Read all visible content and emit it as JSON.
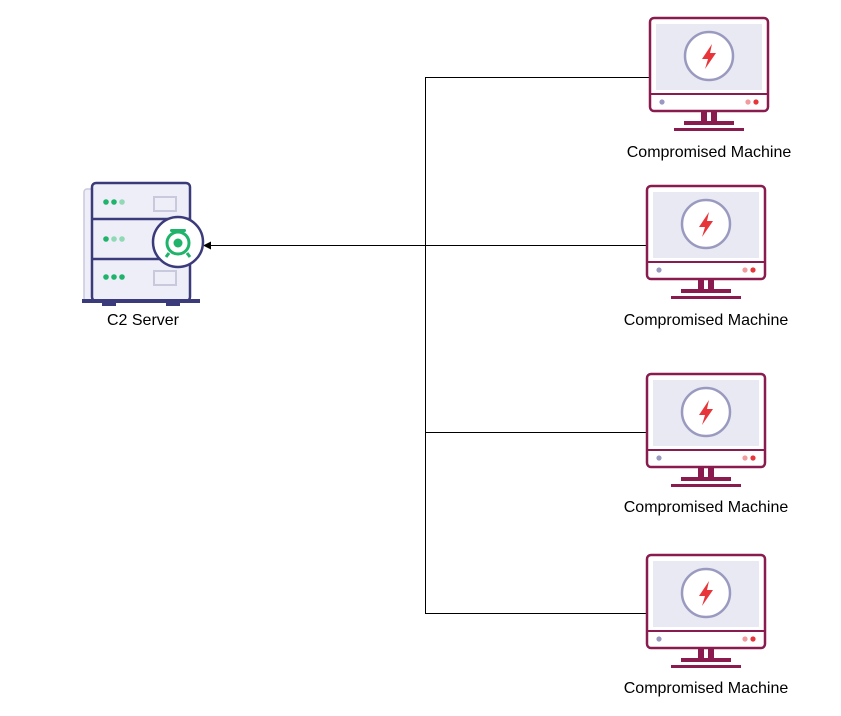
{
  "server": {
    "label": "C2 Server",
    "icon": "server-rack-icon",
    "badge_icon": "c2-bell-icon",
    "colors": {
      "frame": "#3b3a7a",
      "fill": "#eeeef8",
      "accent": "#1fb36b"
    }
  },
  "machines": [
    {
      "label": "Compromised Machine",
      "icon": "monitor-icon",
      "badge_icon": "lightning-icon"
    },
    {
      "label": "Compromised Machine",
      "icon": "monitor-icon",
      "badge_icon": "lightning-icon"
    },
    {
      "label": "Compromised Machine",
      "icon": "monitor-icon",
      "badge_icon": "lightning-icon"
    },
    {
      "label": "Compromised Machine",
      "icon": "monitor-icon",
      "badge_icon": "lightning-icon"
    }
  ],
  "machine_colors": {
    "frame": "#8a1b4e",
    "screen": "#e9e9f3",
    "bolt": "#e8353a"
  },
  "connector_color": "#000000"
}
